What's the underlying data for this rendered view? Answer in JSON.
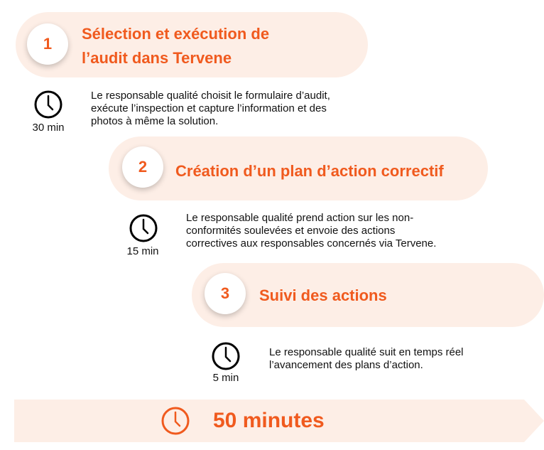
{
  "steps": [
    {
      "number": "1",
      "title_line1": "Sélection et exécution de",
      "title_line2": "l’audit dans Tervene",
      "duration": "30 min",
      "description_lines": [
        "Le responsable qualité choisit le formulaire d’audit,",
        "exécute l’inspection et capture l’information et des",
        "photos à même la solution."
      ]
    },
    {
      "number": "2",
      "title": "Création d’un plan d’action correctif",
      "duration": "15 min",
      "description_lines": [
        "Le responsable qualité prend action sur les non-",
        "conformités soulevées et envoie des actions",
        "correctives aux responsables concernés via Tervene."
      ]
    },
    {
      "number": "3",
      "title": "Suivi des actions",
      "duration": "5 min",
      "description_lines": [
        "Le responsable qualité suit en temps réel",
        "l’avancement des plans d’action."
      ]
    }
  ],
  "total": {
    "label": "50 minutes",
    "icon": "clock-icon"
  },
  "colors": {
    "accent": "#f05a1e",
    "pill": "#fdeee6"
  }
}
